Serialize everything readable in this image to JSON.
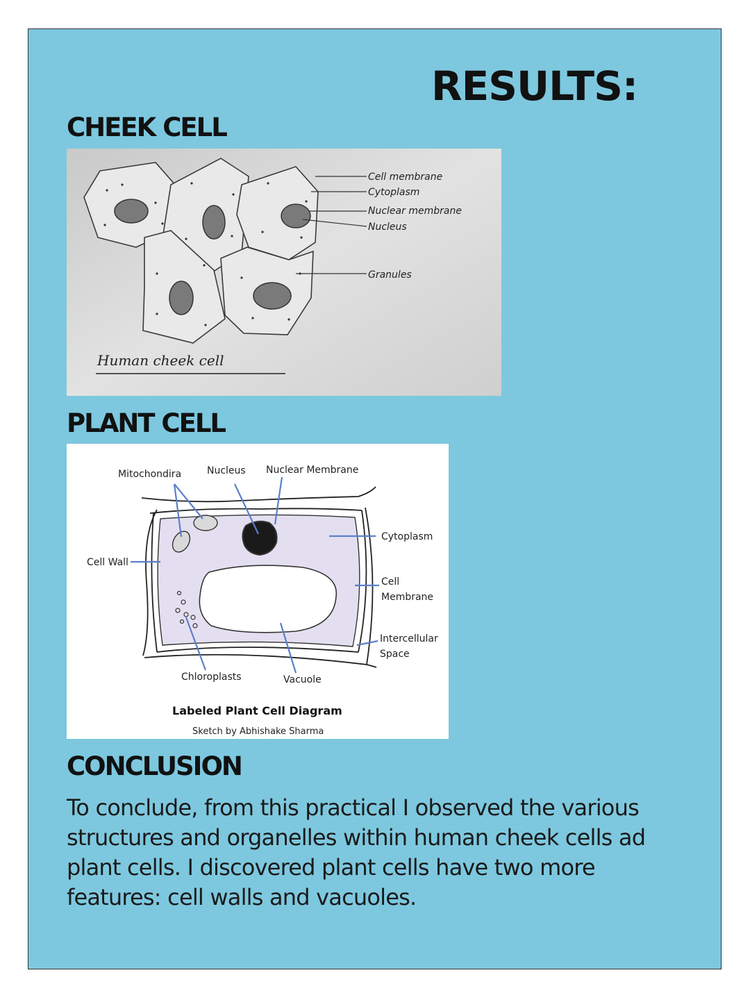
{
  "page": {
    "heading": "RESULTS:",
    "background_color": "#7dc8df"
  },
  "cheek_cell": {
    "title": "CHEEK CELL",
    "labels": {
      "cell_membrane": "Cell membrane",
      "cytoplasm": "Cytoplasm",
      "nuclear_membrane": "Nuclear membrane",
      "nucleus": "Nucleus",
      "granules": "Granules"
    },
    "caption": "Human cheek cell"
  },
  "plant_cell": {
    "title": "PLANT CELL",
    "labels": {
      "mitochondria": "Mitochondira",
      "nucleus": "Nucleus",
      "nuclear_membrane": "Nuclear Membrane",
      "cytoplasm": "Cytoplasm",
      "cell_wall": "Cell Wall",
      "cell_membrane_1": "Cell",
      "cell_membrane_2": "Membrane",
      "intercellular_1": "Intercellular",
      "intercellular_2": "Space",
      "chloroplasts": "Chloroplasts",
      "vacuole": "Vacuole"
    },
    "caption": "Labeled Plant Cell Diagram",
    "credit": "Sketch by Abhishake Sharma"
  },
  "conclusion": {
    "title": "CONCLUSION",
    "text": "To conclude, from this practical I observed the various structures and organelles within human cheek cells ad plant cells. I discovered plant cells have two more features: cell walls and vacuoles."
  }
}
